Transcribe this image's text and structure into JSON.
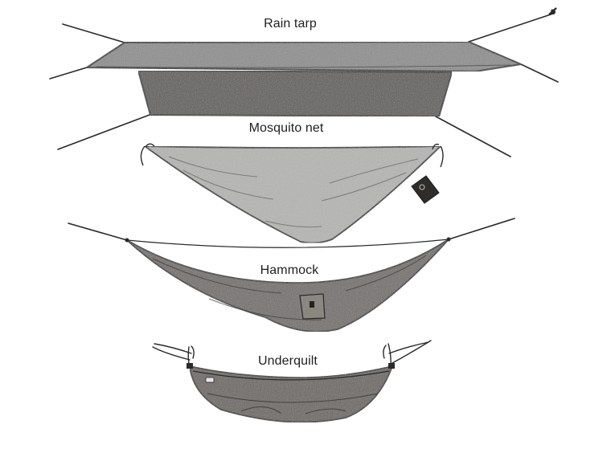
{
  "diagram": {
    "components": [
      {
        "id": "rain-tarp",
        "label": "Rain tarp"
      },
      {
        "id": "mosquito-net",
        "label": "Mosquito net"
      },
      {
        "id": "hammock",
        "label": "Hammock"
      },
      {
        "id": "underquilt",
        "label": "Underquilt"
      }
    ]
  },
  "colors": {
    "background": "#ffffff",
    "ink": "#2a2a2a",
    "tarp_fill": "#8c8c8c",
    "tarp_front_fill": "#5a5753",
    "net_fill": "#b5b5b3",
    "hammock_fill": "#6e6b67",
    "underquilt_fill": "#66625d"
  }
}
